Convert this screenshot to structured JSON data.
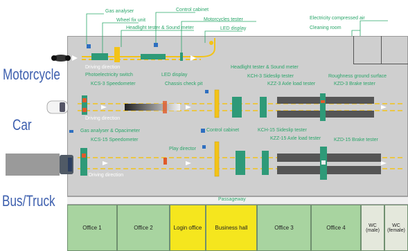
{
  "vehicle_labels": {
    "motorcycle": "Motorcycle",
    "car": "Car",
    "bus_truck": "Bus/Truck"
  },
  "top_callouts": {
    "gas_analyser": "Gas analyser",
    "wheel_fix_unit": "Wheel fix unit",
    "headlight_sound": "Headlight tester & Sound meter",
    "control_cabinet": "Control cabinet",
    "motorcycles_tester": "Motorcycles tester",
    "led_display": "LED display",
    "electricity_air": "Electricity compressed air",
    "cleaning_room": "Cleaning room"
  },
  "motorcycle_lane": {
    "direction": "Driving direction"
  },
  "car_lane": {
    "photoelectricity": "Photoelectricity switch",
    "led_display": "LED display",
    "headlight_sound": "Headlight tester & Sound meter",
    "kcs3": "KCS-3 Speedometer",
    "chassis_pit": "Chassis check pit",
    "kch3": "KCH-3 Sideslip tester",
    "kzz3": "KZZ-3 Axle load tester",
    "kzd3": "KZD-3 Brake tester",
    "roughness": "Roughness ground surface",
    "direction": "Driving direction"
  },
  "truck_lane": {
    "gas_opacimeter": "Gas analyser & Opacimeter",
    "control_cabinet": "Control cabinet",
    "kch15": "KCH-15 Sideslip tester",
    "kcs15": "KCS-15 Speedometer",
    "kzz15": "KZZ-15 Axle load tester",
    "kzd15": "KZD-15 Brake tester",
    "play_director": "Play director",
    "direction": "Driving direction"
  },
  "passageway": "Passageway",
  "offices": [
    {
      "label": "Office 1",
      "color": "#a8d4a0"
    },
    {
      "label": "Office 2",
      "color": "#a8d4a0"
    },
    {
      "label": "Login office",
      "color": "#f5e61e"
    },
    {
      "label": "Business hall",
      "color": "#f5e61e"
    },
    {
      "label": "Office 3",
      "color": "#a8d4a0"
    },
    {
      "label": "Office 4",
      "color": "#a8d4a0"
    },
    {
      "label": "WC (male)",
      "color": "#e4e8dc"
    },
    {
      "label": "WC (female)",
      "color": "#e4e8dc"
    }
  ],
  "colors": {
    "callout_text": "#2aa66a",
    "vehicle_text": "#3d5fae",
    "lane_line": "#f3c318",
    "floor": "#cfcfcf",
    "equipment": "#2e9a78",
    "brake_plate": "#5a5a5a"
  }
}
